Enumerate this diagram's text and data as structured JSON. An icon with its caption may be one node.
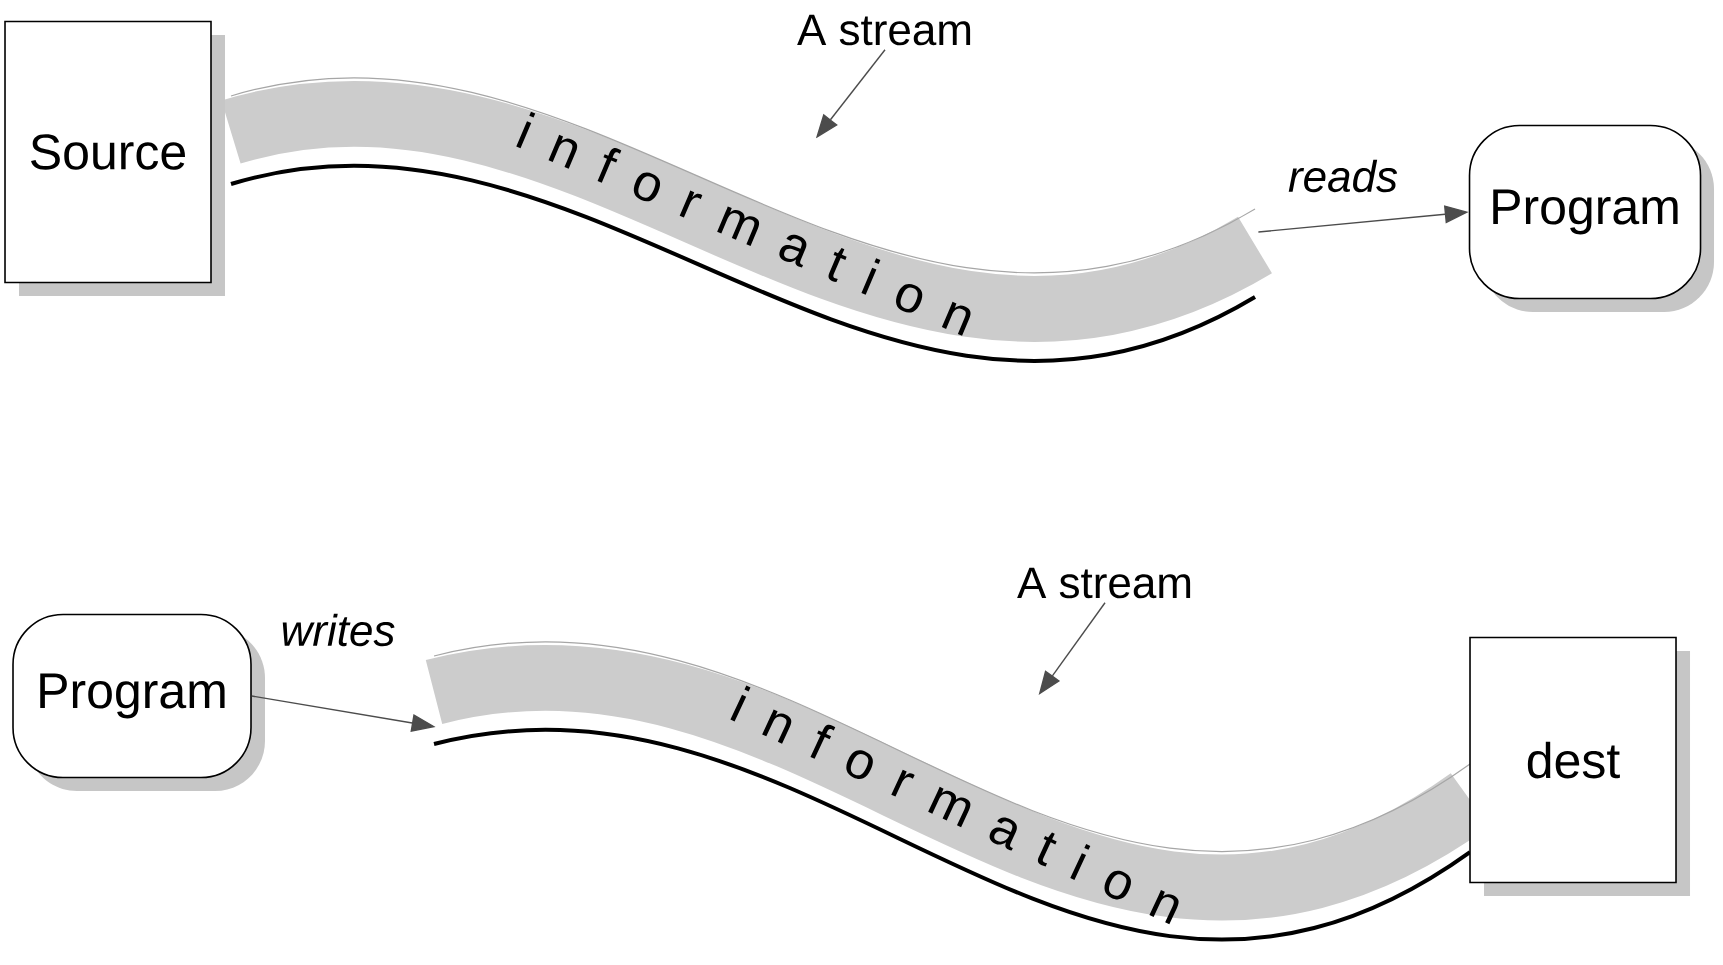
{
  "diagram": {
    "nodes": [
      {
        "text": [
          "Source"
        ]
      },
      {
        "text": [
          "i n f o r m a t i o n"
        ]
      },
      {
        "text": [
          "A stream"
        ]
      },
      {
        "text": [
          "Program"
        ]
      },
      {
        "text": [
          "Program"
        ]
      },
      {
        "text": [
          "i n f o r m a t i o n"
        ]
      },
      {
        "text": [
          "A stream"
        ]
      },
      {
        "text": [
          "dest"
        ]
      }
    ],
    "edges": [
      {
        "from": 2,
        "to": 1,
        "arrow": "to"
      },
      {
        "from": 1,
        "to": 3,
        "arrow": "to",
        "label": "reads"
      },
      {
        "from": 4,
        "to": 5,
        "arrow": "to",
        "label": "writes"
      },
      {
        "from": 6,
        "to": 5,
        "arrow": "to"
      }
    ]
  }
}
